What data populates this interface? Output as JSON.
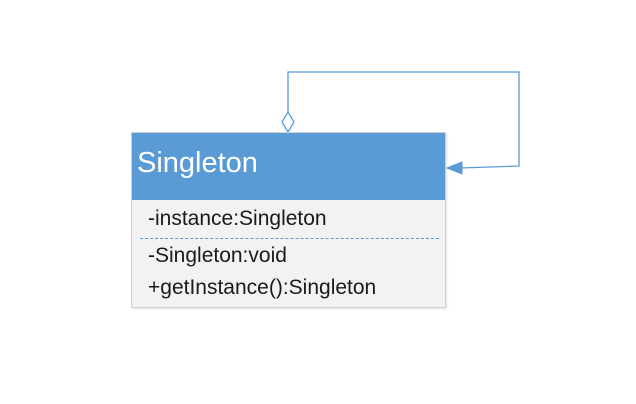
{
  "class": {
    "name": "Singleton",
    "attributes": [
      "-instance:Singleton"
    ],
    "operations": [
      "-Singleton:void",
      "+getInstance():Singleton"
    ]
  },
  "association": {
    "type": "self-aggregation",
    "source_end": "hollow-diamond",
    "target_end": "arrow"
  },
  "colors": {
    "header": "#5b9bd5",
    "body": "#f2f2f2",
    "connector": "#5b9bd5",
    "text": "#1a1a1a",
    "header_text": "#ffffff"
  }
}
